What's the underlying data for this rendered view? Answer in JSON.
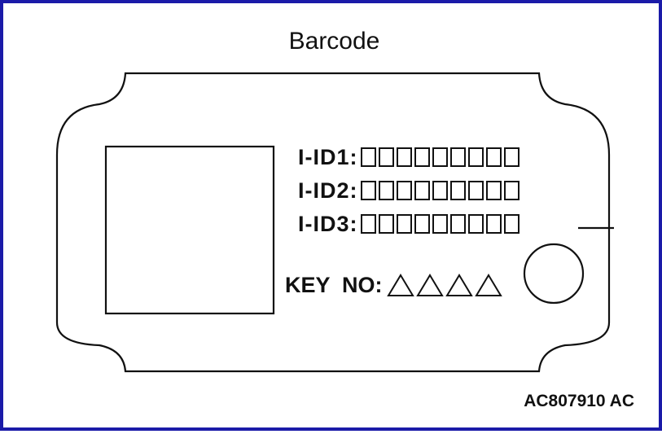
{
  "diagram": {
    "title": "Barcode",
    "ids": [
      {
        "label": "I-ID1:",
        "box_count": 9
      },
      {
        "label": "I-ID2:",
        "box_count": 9
      },
      {
        "label": "I-ID3:",
        "box_count": 9
      }
    ],
    "key_no": {
      "label": "KEY  NO:",
      "triangle_count": 4
    },
    "figure_code": "AC807910 AC",
    "colors": {
      "frame": "#1a1aa8",
      "ink": "#111111"
    }
  }
}
